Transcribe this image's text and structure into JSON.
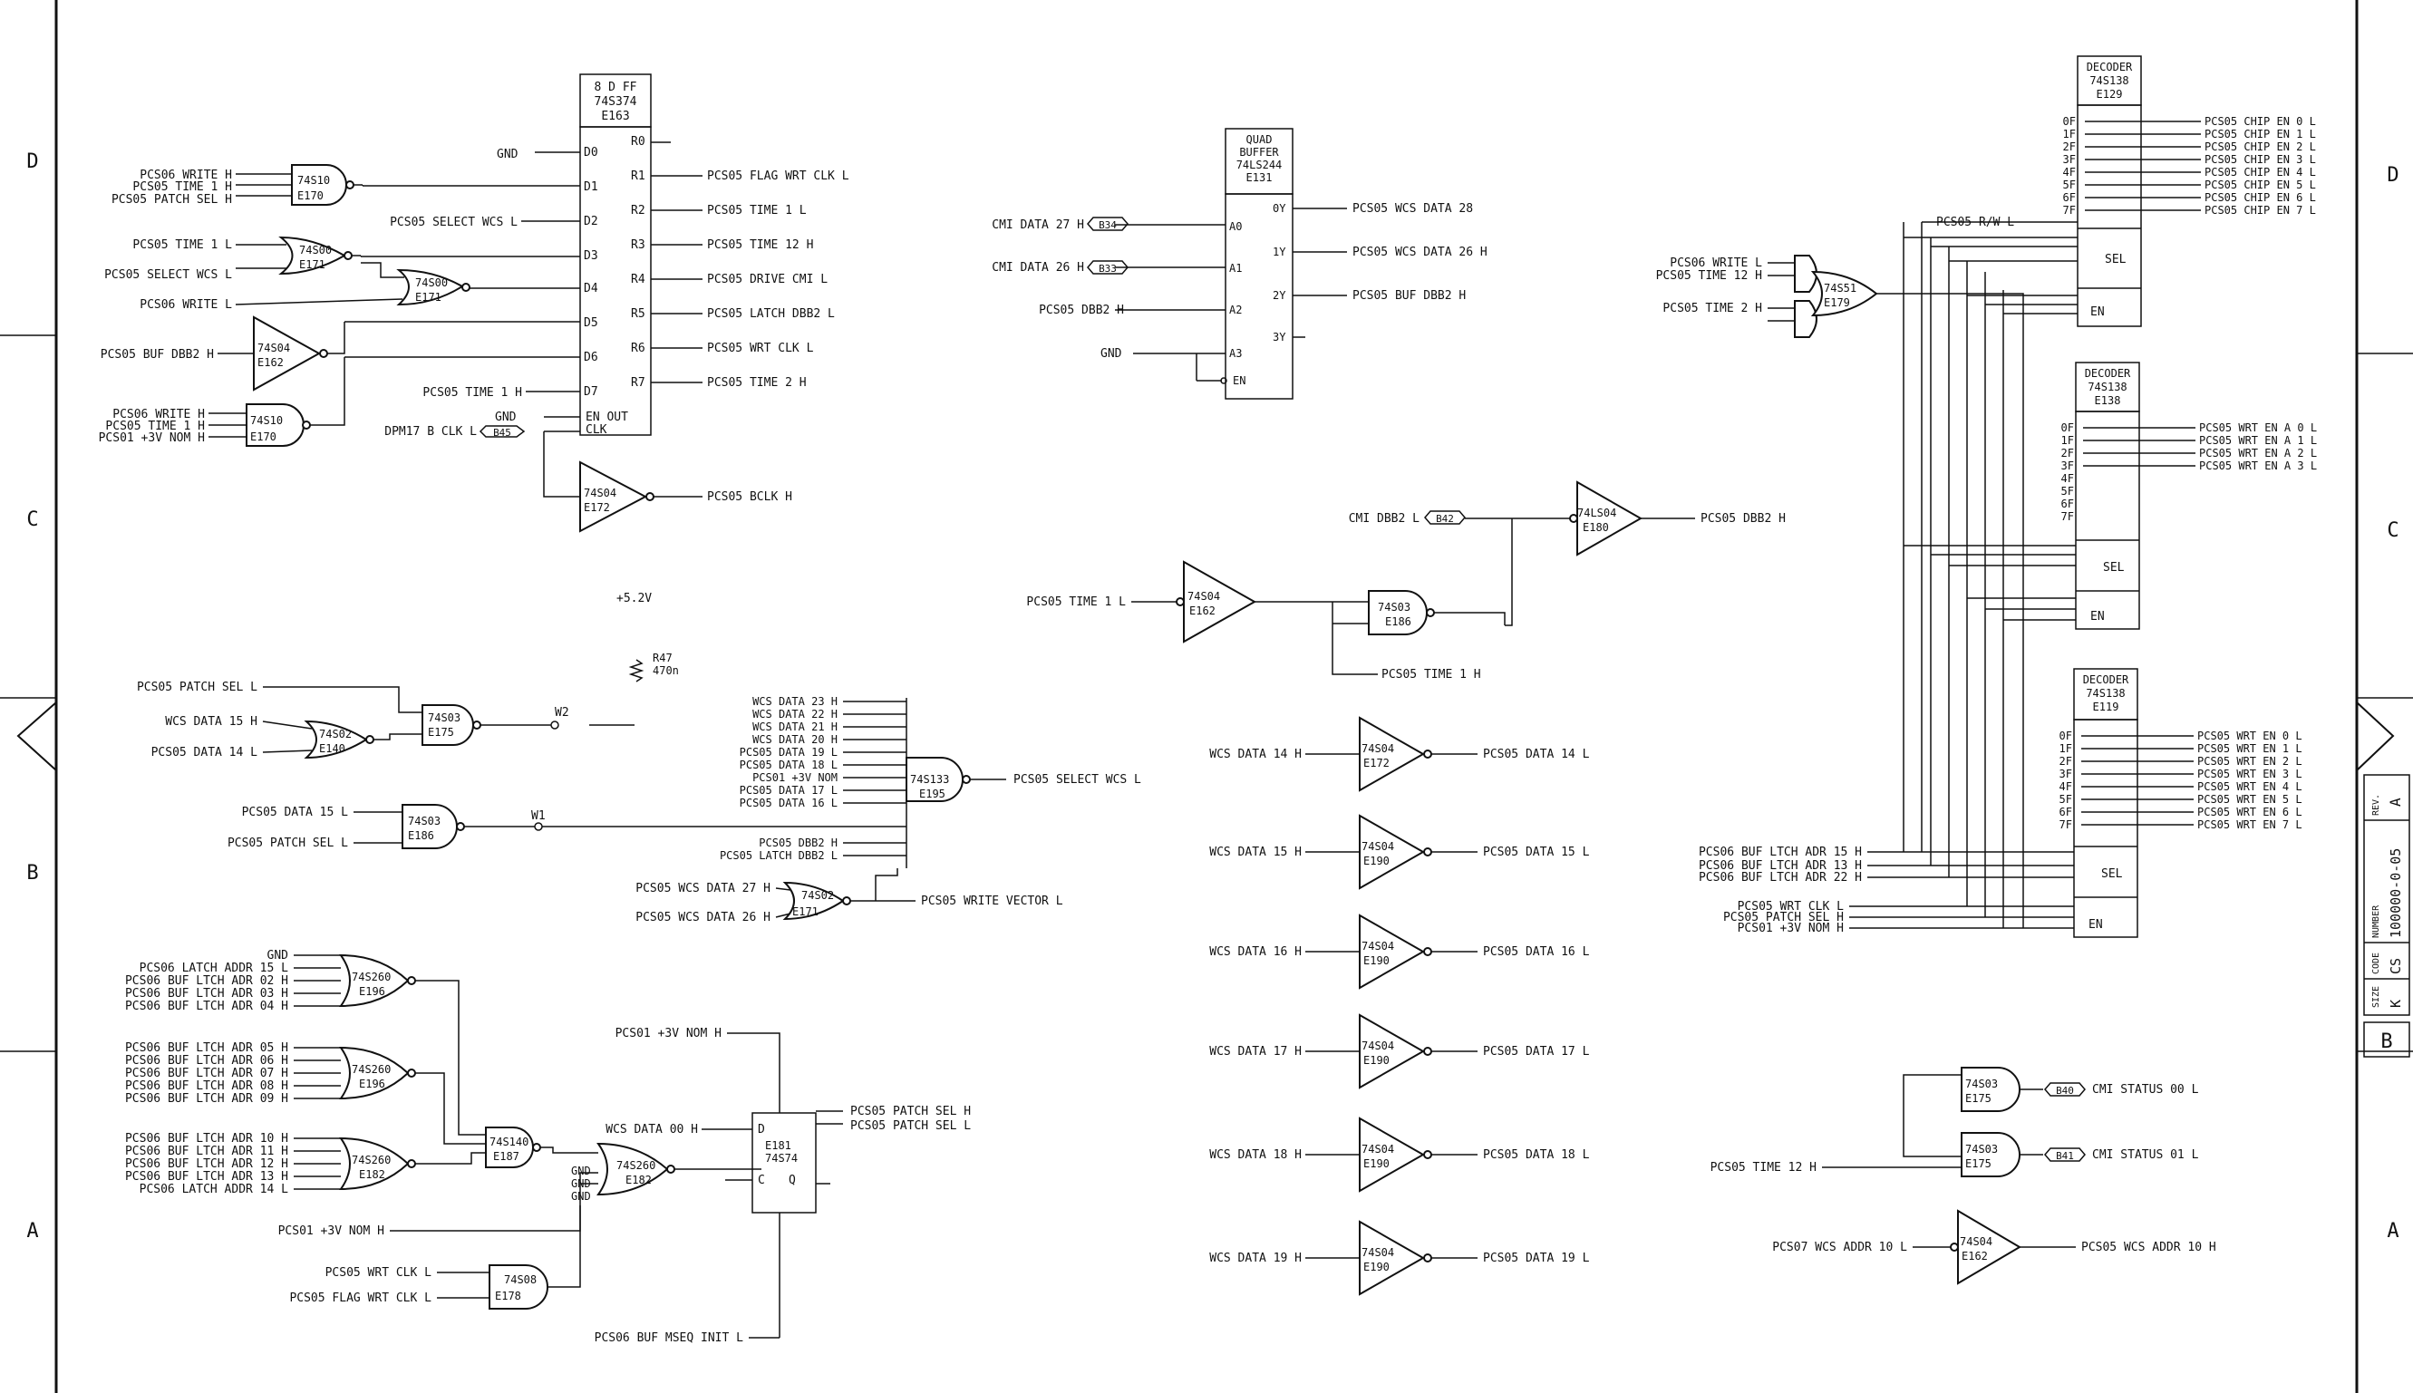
{
  "border": {
    "zones_left": [
      "D",
      "C",
      "B",
      "A"
    ],
    "zones_right": [
      "D",
      "C",
      "B",
      "A"
    ]
  },
  "title_block": {
    "rev_label": "REV.",
    "rev": "A",
    "size_label": "SIZE",
    "size": "K",
    "code_label": "CODE",
    "code": "CS",
    "number_label": "NUMBER",
    "number": "100000-0-05",
    "sheet_mark": "B"
  },
  "chips": {
    "dff": {
      "l1": "8 D FF",
      "l2": "74S374",
      "ref": "E163"
    },
    "quad": {
      "l1": "QUAD",
      "l2": "BUFFER",
      "l3": "74LS244",
      "ref": "E131"
    },
    "dec1": {
      "l1": "DECODER",
      "l2": "74S138",
      "ref": "E129"
    },
    "dec2": {
      "l1": "DECODER",
      "l2": "74S138",
      "ref": "E138"
    },
    "dec3": {
      "l1": "DECODER",
      "l2": "74S138",
      "ref": "E119"
    },
    "g170a": {
      "t": "74S10",
      "r": "E170"
    },
    "g171a": {
      "t": "74S00",
      "r": "E171"
    },
    "g171b": {
      "t": "74S00",
      "r": "E171"
    },
    "g162a": {
      "t": "74S04",
      "r": "E162"
    },
    "g170b": {
      "t": "74S10",
      "r": "E170"
    },
    "g172a": {
      "t": "74S04",
      "r": "E172"
    },
    "g175a": {
      "t": "74S03",
      "r": "E175"
    },
    "g140": {
      "t": "74S02",
      "r": "E140"
    },
    "g186a": {
      "t": "74S03",
      "r": "E186"
    },
    "g195": {
      "t": "74S133",
      "r": "E195"
    },
    "g171c": {
      "t": "74S02",
      "r": "E171"
    },
    "g196a": {
      "t": "74S260",
      "r": "E196"
    },
    "g196b": {
      "t": "74S260",
      "r": "E196"
    },
    "g182a": {
      "t": "74S260",
      "r": "E182"
    },
    "g187": {
      "t": "74S140",
      "r": "E187"
    },
    "g182b": {
      "t": "74S260",
      "r": "E182"
    },
    "g181": {
      "t": "74S74",
      "r": "E181"
    },
    "g178": {
      "t": "74S08",
      "r": "E178"
    },
    "g180": {
      "t": "74LS04",
      "r": "E180"
    },
    "g162b": {
      "t": "74S04",
      "r": "E162"
    },
    "g186b": {
      "t": "74S03",
      "r": "E186"
    },
    "g172b": {
      "t": "74S04",
      "r": "E172"
    },
    "g190a": {
      "t": "74S04",
      "r": "E190"
    },
    "g190b": {
      "t": "74S04",
      "r": "E190"
    },
    "g190c": {
      "t": "74S04",
      "r": "E190"
    },
    "g190d": {
      "t": "74S04",
      "r": "E190"
    },
    "g190e": {
      "t": "74S04",
      "r": "E190"
    },
    "g179": {
      "t": "74S51",
      "r": "E179"
    },
    "g175b": {
      "t": "74S03",
      "r": "E175"
    },
    "g175c": {
      "t": "74S03",
      "r": "E175"
    },
    "g162c": {
      "t": "74S04",
      "r": "E162"
    }
  },
  "misc": {
    "gnd": "GND",
    "en_out": "EN OUT",
    "clk": "CLK",
    "supply": "+5.2V",
    "res_ref": "R47",
    "res_val": "470n",
    "w1": "W1",
    "w2": "W2",
    "sel": "SEL",
    "en": "EN",
    "d": "D",
    "c": "C",
    "q": "Q"
  },
  "signals": {
    "dff_in": [
      "PCS06 WRITE H",
      "PCS05 TIME 1 H",
      "PCS05 PATCH SEL H",
      "PCS05 TIME 1 L",
      "PCS05 SELECT WCS L",
      "PCS06 WRITE L",
      "PCS05 BUF DBB2 H",
      "PCS06 WRITE H",
      "PCS05 TIME 1 H",
      "PCS01 +3V NOM H",
      "PCS05 SELECT WCS L",
      "PCS05 TIME 1 H",
      "DPM17 B CLK L"
    ],
    "dff_out": [
      "PCS05 FLAG WRT CLK L",
      "PCS05 TIME 1 L",
      "PCS05 TIME 12 H",
      "PCS05 DRIVE CMI L",
      "PCS05 LATCH DBB2 L",
      "PCS05 WRT CLK L",
      "PCS05 TIME 2 H",
      "PCS05 BCLK H"
    ],
    "patch": [
      "PCS05 PATCH SEL L",
      "WCS DATA 15 H",
      "PCS05 DATA 14 L",
      "PCS05 DATA 15 L",
      "PCS05 PATCH SEL L"
    ],
    "nand13": [
      "WCS DATA 23 H",
      "WCS DATA 22 H",
      "WCS DATA 21 H",
      "WCS DATA 20 H",
      "PCS05 DATA 19 L",
      "PCS05 DATA 18 L",
      "PCS01 +3V NOM",
      "PCS05 DATA 17 L",
      "PCS05 DATA 16 L",
      "PCS05 DBB2 H",
      "PCS05 LATCH DBB2 L"
    ],
    "nand13_out": "PCS05 SELECT WCS L",
    "nor_in": [
      "PCS05 WCS DATA 27 H",
      "PCS05 WCS DATA 26 H"
    ],
    "nor_out": "PCS05 WRITE VECTOR L",
    "addr": [
      "PCS06 LATCH ADDR 15 L",
      "PCS06 BUF LTCH ADR 02 H",
      "PCS06 BUF LTCH ADR 03 H",
      "PCS06 BUF LTCH ADR 04 H",
      "PCS06 BUF LTCH ADR 05 H",
      "PCS06 BUF LTCH ADR 06 H",
      "PCS06 BUF LTCH ADR 07 H",
      "PCS06 BUF LTCH ADR 08 H",
      "PCS06 BUF LTCH ADR 09 H",
      "PCS06 BUF LTCH ADR 10 H",
      "PCS06 BUF LTCH ADR 11 H",
      "PCS06 BUF LTCH ADR 12 H",
      "PCS06 BUF LTCH ADR 13 H",
      "PCS06 LATCH ADDR 14 L"
    ],
    "lower": [
      "PCS01 +3V NOM H",
      "PCS01 +3V NOM H",
      "WCS DATA 00 H",
      "PCS05 PATCH SEL H",
      "PCS05 PATCH SEL L",
      "PCS05 WRT CLK L",
      "PCS05 FLAG WRT CLK L",
      "PCS06 BUF MSEQ INIT L"
    ],
    "quad_in": [
      "CMI DATA 27 H",
      "CMI DATA 26 H",
      "PCS05 DBB2 H"
    ],
    "quad_conn": [
      "B34",
      "B33"
    ],
    "quad_out": [
      "PCS05 WCS DATA 28",
      "PCS05 WCS DATA 26 H",
      "PCS05 BUF DBB2 H"
    ],
    "mid": [
      "CMI DBB2 L",
      "B42",
      "PCS05 DBB2 H",
      "PCS05 TIME 1 L",
      "PCS05 TIME 1 H",
      "B45"
    ],
    "inv_in": [
      "WCS DATA 14 H",
      "WCS DATA 15 H",
      "WCS DATA 16 H",
      "WCS DATA 17 H",
      "WCS DATA 18 H",
      "WCS DATA 19 H"
    ],
    "inv_out": [
      "PCS05 DATA 14 L",
      "PCS05 DATA 15 L",
      "PCS05 DATA 16 L",
      "PCS05 DATA 17 L",
      "PCS05 DATA 18 L",
      "PCS05 DATA 19 L"
    ],
    "dec1_out": [
      "PCS05 CHIP EN 0 L",
      "PCS05 CHIP EN 1 L",
      "PCS05 CHIP EN 2 L",
      "PCS05 CHIP EN 3 L",
      "PCS05 CHIP EN 4 L",
      "PCS05 CHIP EN 5 L",
      "PCS05 CHIP EN 6 L",
      "PCS05 CHIP EN 7 L"
    ],
    "dec2_out": [
      "PCS05 WRT EN A 0 L",
      "PCS05 WRT EN A 1 L",
      "PCS05 WRT EN A 2 L",
      "PCS05 WRT EN A 3 L"
    ],
    "dec3_out": [
      "PCS05 WRT EN 0 L",
      "PCS05 WRT EN 1 L",
      "PCS05 WRT EN 2 L",
      "PCS05 WRT EN 3 L",
      "PCS05 WRT EN 4 L",
      "PCS05 WRT EN 5 L",
      "PCS05 WRT EN 6 L",
      "PCS05 WRT EN 7 L"
    ],
    "dec_ports": [
      "0F",
      "1F",
      "2F",
      "3F",
      "4F",
      "5F",
      "6F",
      "7F"
    ],
    "right_in": [
      "PCS05 R/W L",
      "PCS06 WRITE L",
      "PCS05 TIME 12 H",
      "PCS05 TIME 2 H",
      "PCS06 BUF LTCH ADR 15 H",
      "PCS06 BUF LTCH ADR 13 H",
      "PCS06 BUF LTCH ADR 22 H",
      "PCS05 WRT CLK L",
      "PCS05 PATCH SEL H",
      "PCS01 +3V NOM H"
    ],
    "status": [
      "CMI STATUS 00 L",
      "CMI STATUS 01 L",
      "PCS05 TIME 12 H",
      "PCS07 WCS ADDR 10 L",
      "PCS05 WCS ADDR 10 H"
    ],
    "status_conn": [
      "B40",
      "B41"
    ],
    "dff_pins": [
      "D0",
      "D1",
      "D2",
      "D3",
      "D4",
      "D5",
      "D6",
      "D7",
      "R0",
      "R1",
      "R2",
      "R3",
      "R4",
      "R5",
      "R6",
      "R7"
    ],
    "quad_pins": [
      "A0",
      "A1",
      "A2",
      "A3",
      "EN",
      "0Y",
      "1Y",
      "2Y",
      "3Y"
    ]
  }
}
